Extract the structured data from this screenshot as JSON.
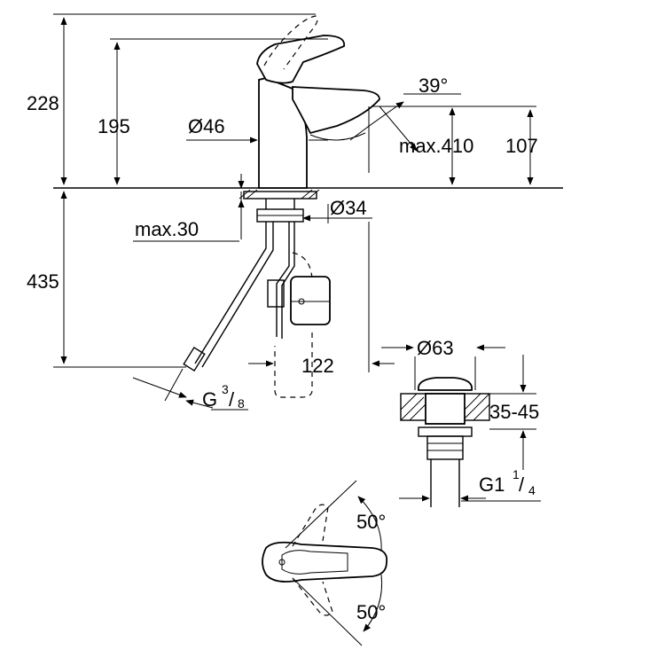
{
  "dimensions": {
    "total_height": "228",
    "spout_height": "195",
    "body_diameter": "Ø46",
    "spout_angle": "39°",
    "max_reach": "max.410",
    "outlet_height": "107",
    "hole_diameter": "Ø34",
    "max_thickness": "max.30",
    "below_height": "435",
    "hose_spacing": "122",
    "hose_thread_main": "G",
    "hose_thread_num": "3",
    "hose_thread_den": "8",
    "waste_diameter": "Ø63",
    "waste_thickness": "35-45",
    "waste_thread_main": "G1",
    "waste_thread_num": "1",
    "waste_thread_den": "4",
    "lever_angle_top": "50°",
    "lever_angle_bottom": "50°"
  }
}
